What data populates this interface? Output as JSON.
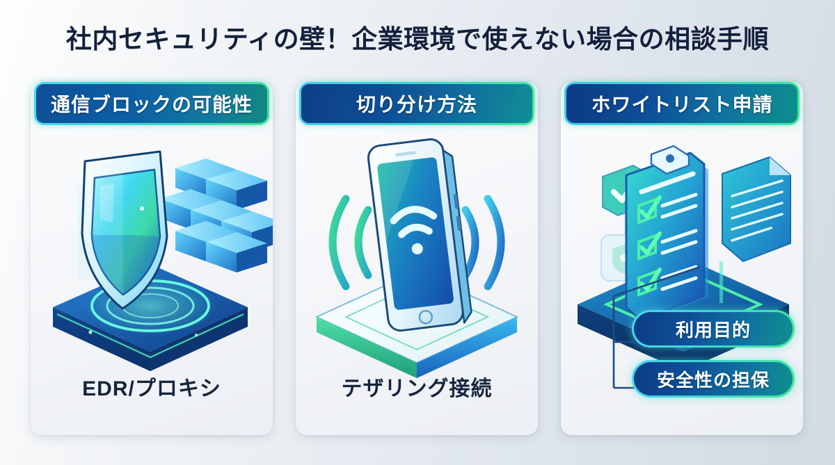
{
  "page": {
    "title": "社内セキュリティの壁！企業環境で使えない場合の相談手順",
    "background_start": "#fdfefe",
    "background_end": "#d2dae4",
    "title_color": "#12203c"
  },
  "theme": {
    "accent_cyan": "#4ad8f0",
    "accent_green": "#46e79b",
    "accent_teal": "#12897f",
    "deep_navy": "#0c3a82",
    "text_dark": "#16243f",
    "card_bg": "#f3f5f8"
  },
  "cards": [
    {
      "id": "communication-block",
      "header": "通信ブロックの可能性",
      "caption": "EDR/プロキシ",
      "illustration": "shield-firewall-icon",
      "pills": []
    },
    {
      "id": "isolation-method",
      "header": "切り分け方法",
      "caption": "テザリング接続",
      "illustration": "smartphone-wifi-icon",
      "pills": []
    },
    {
      "id": "whitelist-request",
      "header": "ホワイトリスト申請",
      "caption": "",
      "illustration": "clipboard-checklist-icon",
      "pills": [
        "利用目的",
        "安全性の担保"
      ]
    }
  ]
}
